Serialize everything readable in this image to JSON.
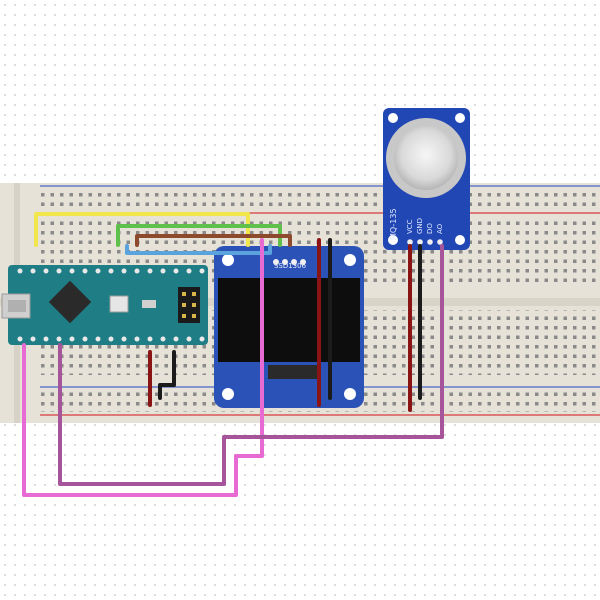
{
  "sensor": {
    "model_label": "MQ-135",
    "pin_labels": [
      "VCC",
      "GND",
      "DO",
      "AO"
    ]
  },
  "oled": {
    "header_label": "SSD1306"
  },
  "colors": {
    "background": "#ffffff",
    "breadboard": "#e6e2d8",
    "rail_red": "#d23b3b",
    "rail_blue": "#4a67c8",
    "arduino_board": "#1f7e85",
    "oled_board": "#2b52b6",
    "sensor_board": "#2147b5",
    "wire_yellow": "#f1e64c",
    "wire_green": "#5fc14b",
    "wire_brown": "#8d4a2c",
    "wire_lightblue": "#5aa3dc",
    "wire_red": "#8a1313",
    "wire_black": "#1b1b1b",
    "wire_magenta": "#e86ad3",
    "wire_purple": "#a7559a"
  }
}
